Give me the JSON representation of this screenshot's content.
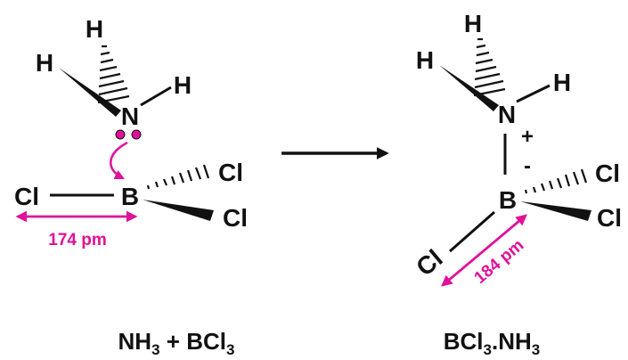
{
  "colors": {
    "bond": "#111111",
    "highlight": "#e0109a"
  },
  "reactant": {
    "atoms": {
      "h_top": "H",
      "h_left": "H",
      "h_right": "H",
      "n": "N",
      "b": "B",
      "cl_left": "Cl",
      "cl_upper_right": "Cl",
      "cl_lower_right": "Cl"
    },
    "bond_length": "174 pm",
    "formula": {
      "part1": "NH",
      "sub1": "3",
      "part2": " + BCl",
      "sub2": "3"
    }
  },
  "product": {
    "atoms": {
      "h_top": "H",
      "h_left": "H",
      "h_right": "H",
      "n": "N",
      "b": "B",
      "cl_lower_left": "Cl",
      "cl_upper_right": "Cl",
      "cl_lower_right": "Cl"
    },
    "charges": {
      "n": "+",
      "b": "-"
    },
    "bond_length": "184 pm",
    "formula": {
      "part1": "BCl",
      "sub1": "3",
      "part2": ".NH",
      "sub2": "3"
    }
  }
}
